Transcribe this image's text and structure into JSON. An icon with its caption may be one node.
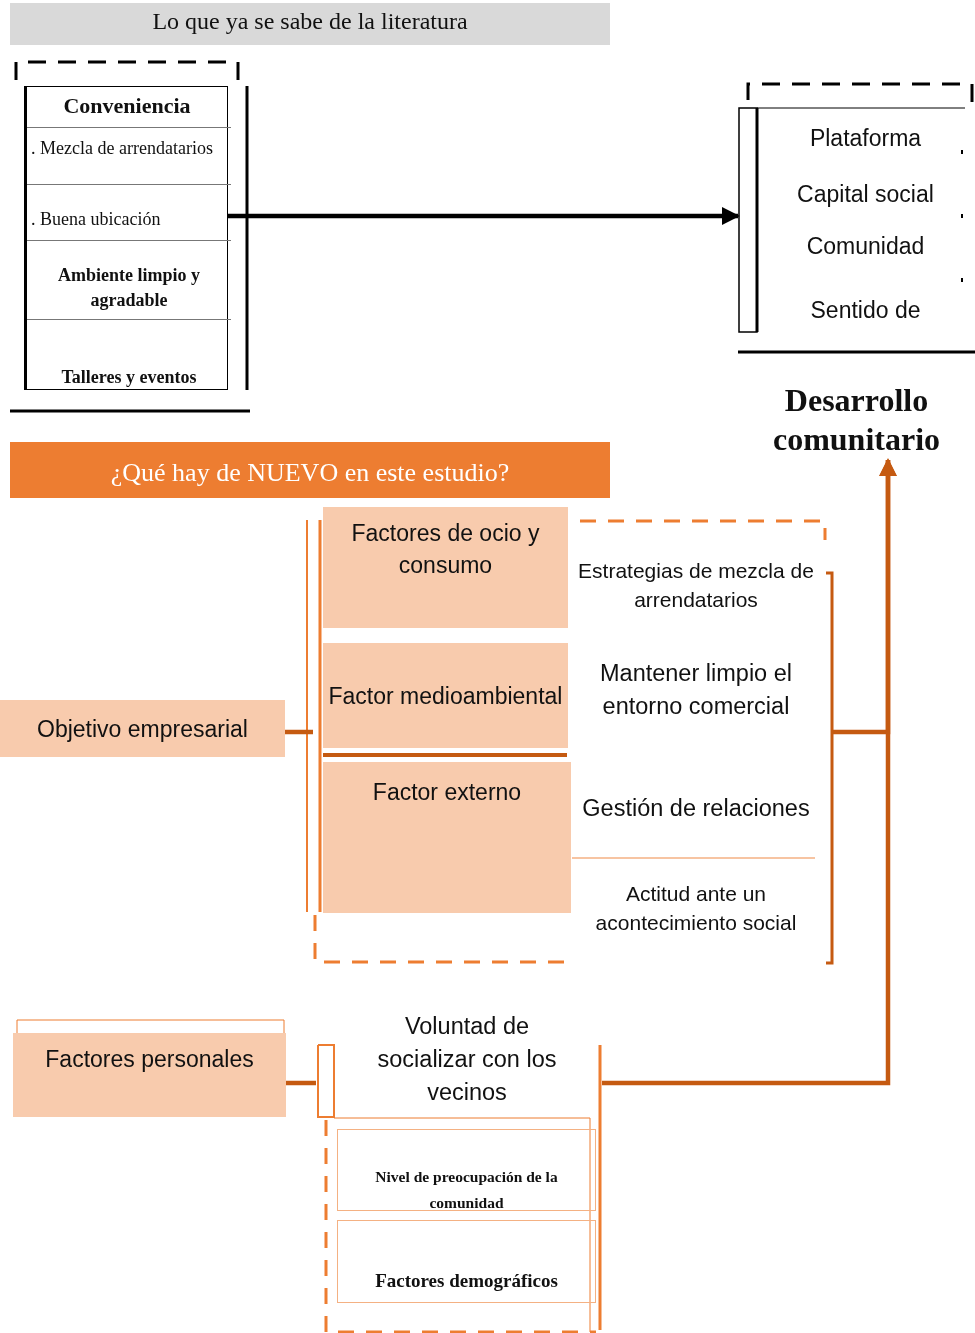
{
  "diagram": {
    "nodes": [
      {
        "text": [
          "Lo que ya se sabe de la literatura"
        ]
      },
      {
        "text": [
          "Conveniencia"
        ]
      },
      {
        "text": [
          ". Mezcla de arrendatarios"
        ],
        "in": 1
      },
      {
        "text": [
          ". Buena ubicación"
        ],
        "in": 1
      },
      {
        "text": [
          "Ambiente limpio y agradable"
        ],
        "in": 1
      },
      {
        "text": [
          "Talleres y eventos"
        ],
        "in": 1
      },
      {
        "text": [
          "Desarrollo comunitario"
        ]
      },
      {
        "text": [
          "Plataforma"
        ],
        "in": 6
      },
      {
        "text": [
          "Capital social"
        ],
        "in": 6
      },
      {
        "text": [
          "Comunidad"
        ],
        "in": 6
      },
      {
        "text": [
          "Sentido de"
        ],
        "in": 6
      },
      {
        "text": [
          "¿Qué hay de NUEVO en este estudio?"
        ]
      },
      {
        "text": [
          "Objetivo empresarial"
        ]
      },
      {
        "text": [],
        "shape": "box"
      },
      {
        "text": [
          "Factores de ocio y consumo"
        ],
        "in": 13
      },
      {
        "text": [
          "Factor medioambiental"
        ],
        "in": 13
      },
      {
        "text": [
          "Factor externo"
        ],
        "in": 13
      },
      {
        "text": [
          "Estrategias de mezcla de arrendatarios"
        ],
        "in": 13
      },
      {
        "text": [
          "Mantener limpio el entorno comercial"
        ],
        "in": 13
      },
      {
        "text": [
          "Gestión de relaciones"
        ],
        "in": 13
      },
      {
        "text": [
          "Actitud ante un acontecimiento social"
        ],
        "in": 13
      },
      {
        "text": [
          "Factores personales"
        ]
      },
      {
        "text": [],
        "shape": "box"
      },
      {
        "text": [
          "Voluntad de socializar con los vecinos"
        ],
        "in": 22
      },
      {
        "text": [
          "Nivel de preocupación de la comunidad"
        ],
        "in": 22
      },
      {
        "text": [
          "Factores demográficos"
        ],
        "in": 22
      }
    ],
    "edges": [
      {
        "from": 1,
        "to": 6,
        "arrow": "to",
        "color": "#000000"
      },
      {
        "from": 12,
        "to": 13,
        "arrow": "none"
      },
      {
        "from": 21,
        "to": 22,
        "arrow": "none"
      },
      {
        "from": 13,
        "to": 6,
        "arrow": "to"
      },
      {
        "from": 22,
        "to": 6,
        "arrow": "to"
      }
    ]
  }
}
